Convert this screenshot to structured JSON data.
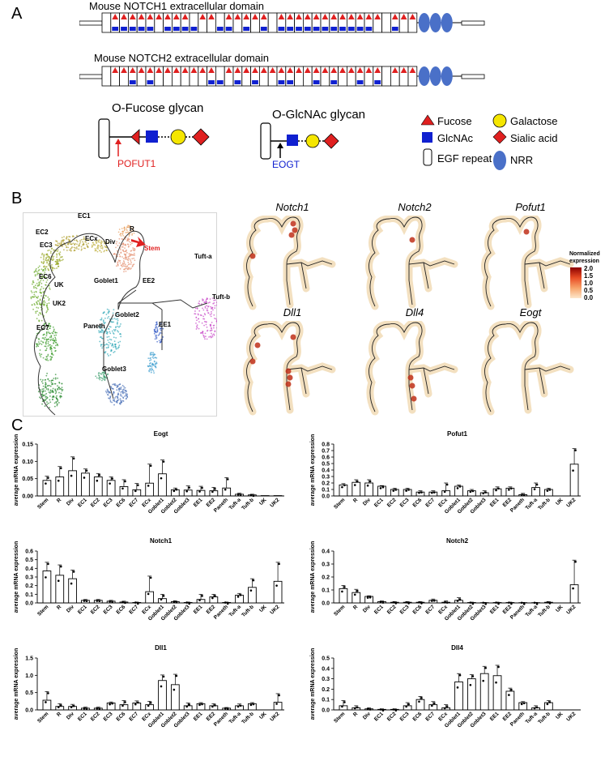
{
  "panels": {
    "a": "A",
    "b": "B",
    "c": "C"
  },
  "panel_a": {
    "notch1_title": "Mouse NOTCH1 extracellular domain",
    "notch2_title": "Mouse NOTCH2 extracellular domain",
    "ofucose_title": "O-Fucose glycan",
    "oglcnac_title": "O-GlcNAc glycan",
    "pofut1_label": "POFUT1",
    "eogt_label": "EOGT",
    "legend": {
      "fucose": "Fucose",
      "galactose": "Galactose",
      "glcnac": "GlcNAc",
      "sialic": "Sialic acid",
      "egf": "EGF repeat",
      "nrr": "NRR"
    },
    "colors": {
      "fucose": "#e02020",
      "glcnac": "#1020d0",
      "galactose": "#f5e600",
      "sialic": "#e02020",
      "nrr": "#4a70c8"
    }
  },
  "panel_b": {
    "umap_labels": [
      "EC1",
      "EC2",
      "ECx",
      "Div",
      "R",
      "EC3",
      "Stem",
      "Tuft-a",
      "EC6",
      "UK",
      "Goblet1",
      "EE2",
      "UK2",
      "Tuft-b",
      "EC7",
      "Goblet2",
      "EE1",
      "Paneth",
      "Goblet3"
    ],
    "genes": [
      "Notch1",
      "Notch2",
      "Pofut1",
      "Dll1",
      "Dll4",
      "Eogt"
    ],
    "colorbar_title1": "Normalized",
    "colorbar_title2": "expression",
    "colorbar_ticks": [
      "2.0",
      "1.5",
      "1.0",
      "0.5",
      "0.0"
    ],
    "stem_color": "#e02020"
  },
  "chart_data": [
    {
      "type": "bar",
      "title": "Eogt",
      "ylabel": "average mRNA expression",
      "categories": [
        "Stem",
        "R",
        "Div",
        "EC1",
        "EC2",
        "EC3",
        "EC6",
        "EC7",
        "ECx",
        "Goblet1",
        "Goblet2",
        "Goblet3",
        "EE1",
        "EE2",
        "Paneth",
        "Tuft-a",
        "Tuft-b",
        "UK",
        "UK2"
      ],
      "values": [
        0.045,
        0.055,
        0.073,
        0.066,
        0.055,
        0.045,
        0.027,
        0.018,
        0.037,
        0.064,
        0.018,
        0.017,
        0.016,
        0.015,
        0.023,
        0.005,
        0.003,
        0.001,
        0.001
      ],
      "errors": [
        0.012,
        0.03,
        0.04,
        0.012,
        0.01,
        0.01,
        0.02,
        0.018,
        0.055,
        0.04,
        0.005,
        0.012,
        0.012,
        0.01,
        0.03,
        0.003,
        0.002,
        0.0,
        0.0
      ],
      "ylim": [
        0,
        0.15
      ],
      "yticks": [
        "0.00",
        "0.05",
        "0.10",
        "0.15"
      ]
    },
    {
      "type": "bar",
      "title": "Pofut1",
      "ylabel": "average mRNA expression",
      "categories": [
        "Stem",
        "R",
        "Div",
        "EC1",
        "EC2",
        "EC3",
        "EC6",
        "EC7",
        "ECx",
        "Goblet1",
        "Goblet2",
        "Goblet3",
        "EE1",
        "EE2",
        "Paneth",
        "Tuft-a",
        "Tuft-b",
        "UK",
        "UK2"
      ],
      "values": [
        0.17,
        0.21,
        0.2,
        0.15,
        0.1,
        0.1,
        0.06,
        0.06,
        0.08,
        0.15,
        0.08,
        0.05,
        0.11,
        0.12,
        0.02,
        0.13,
        0.1,
        0.0,
        0.49
      ],
      "errors": [
        0.02,
        0.04,
        0.05,
        0.01,
        0.02,
        0.02,
        0.02,
        0.02,
        0.12,
        0.02,
        0.02,
        0.03,
        0.03,
        0.02,
        0.02,
        0.07,
        0.02,
        0.0,
        0.24
      ],
      "ylim": [
        0,
        0.8
      ],
      "yticks": [
        "0.0",
        "0.1",
        "0.2",
        "0.3",
        "0.4",
        "0.5",
        "0.6",
        "0.7",
        "0.8"
      ]
    },
    {
      "type": "bar",
      "title": "Notch1",
      "ylabel": "average mRNA expression",
      "categories": [
        "Stem",
        "R",
        "Div",
        "EC1",
        "EC2",
        "EC3",
        "EC6",
        "EC7",
        "ECx",
        "Goblet1",
        "Goblet2",
        "Goblet3",
        "EE1",
        "EE2",
        "Paneth",
        "Tuft-a",
        "Tuft-b",
        "UK",
        "UK2"
      ],
      "values": [
        0.37,
        0.32,
        0.28,
        0.03,
        0.03,
        0.02,
        0.01,
        0.005,
        0.13,
        0.05,
        0.015,
        0.005,
        0.04,
        0.07,
        0.005,
        0.09,
        0.18,
        0.0,
        0.25
      ],
      "errors": [
        0.1,
        0.12,
        0.1,
        0.01,
        0.01,
        0.01,
        0.01,
        0.005,
        0.18,
        0.05,
        0.01,
        0.005,
        0.06,
        0.03,
        0.005,
        0.02,
        0.1,
        0.0,
        0.22
      ],
      "ylim": [
        0,
        0.6
      ],
      "yticks": [
        "0.0",
        "0.1",
        "0.2",
        "0.3",
        "0.4",
        "0.5",
        "0.6"
      ]
    },
    {
      "type": "bar",
      "title": "Notch2",
      "ylabel": "average mRNA expression",
      "categories": [
        "Stem",
        "R",
        "Div",
        "EC1",
        "EC2",
        "EC3",
        "EC6",
        "EC7",
        "ECx",
        "Goblet1",
        "Goblet2",
        "Goblet3",
        "EE1",
        "EE2",
        "Paneth",
        "Tuft-a",
        "Tuft-b",
        "UK",
        "UK2"
      ],
      "values": [
        0.11,
        0.08,
        0.05,
        0.01,
        0.005,
        0.005,
        0.005,
        0.02,
        0.005,
        0.02,
        0.003,
        0.002,
        0.003,
        0.003,
        0.002,
        0.002,
        0.005,
        0.0,
        0.14
      ],
      "errors": [
        0.025,
        0.025,
        0.005,
        0.005,
        0.005,
        0.005,
        0.005,
        0.01,
        0.01,
        0.02,
        0.003,
        0.002,
        0.003,
        0.003,
        0.002,
        0.002,
        0.005,
        0.0,
        0.19
      ],
      "ylim": [
        0,
        0.4
      ],
      "yticks": [
        "0.0",
        "0.1",
        "0.2",
        "0.3",
        "0.4"
      ]
    },
    {
      "type": "bar",
      "title": "Dll1",
      "ylabel": "average mRNA expression",
      "categories": [
        "Stem",
        "R",
        "Div",
        "EC1",
        "EC2",
        "EC3",
        "EC6",
        "EC7",
        "ECx",
        "Goblet1",
        "Goblet2",
        "Goblet3",
        "EE1",
        "EE2",
        "Paneth",
        "Tuft-a",
        "Tuft-b",
        "UK",
        "UK2"
      ],
      "values": [
        0.28,
        0.1,
        0.1,
        0.05,
        0.05,
        0.2,
        0.15,
        0.2,
        0.15,
        0.85,
        0.73,
        0.12,
        0.18,
        0.12,
        0.05,
        0.12,
        0.18,
        0.0,
        0.22
      ],
      "errors": [
        0.25,
        0.08,
        0.06,
        0.03,
        0.03,
        0.03,
        0.12,
        0.06,
        0.1,
        0.16,
        0.3,
        0.08,
        0.03,
        0.06,
        0.02,
        0.05,
        0.03,
        0.0,
        0.25
      ],
      "ylim": [
        0,
        1.5
      ],
      "yticks": [
        "0.0",
        "0.5",
        "1.0",
        "1.5"
      ]
    },
    {
      "type": "bar",
      "title": "Dll4",
      "ylabel": "average mRNA expression",
      "categories": [
        "Stem",
        "R",
        "Div",
        "EC1",
        "EC2",
        "EC3",
        "EC6",
        "EC7",
        "ECx",
        "Goblet1",
        "Goblet2",
        "Goblet3",
        "EE1",
        "EE2",
        "Paneth",
        "Tuft-a",
        "Tuft-b",
        "UK",
        "UK2"
      ],
      "values": [
        0.04,
        0.02,
        0.01,
        0.005,
        0.005,
        0.04,
        0.1,
        0.05,
        0.02,
        0.27,
        0.3,
        0.35,
        0.33,
        0.18,
        0.07,
        0.02,
        0.07,
        0.0,
        0.0
      ],
      "errors": [
        0.05,
        0.02,
        0.01,
        0.005,
        0.005,
        0.03,
        0.03,
        0.03,
        0.03,
        0.08,
        0.04,
        0.07,
        0.1,
        0.03,
        0.01,
        0.02,
        0.02,
        0.0,
        0.0
      ],
      "ylim": [
        0,
        0.5
      ],
      "yticks": [
        "0.0",
        "0.1",
        "0.2",
        "0.3",
        "0.4",
        "0.5"
      ]
    }
  ]
}
